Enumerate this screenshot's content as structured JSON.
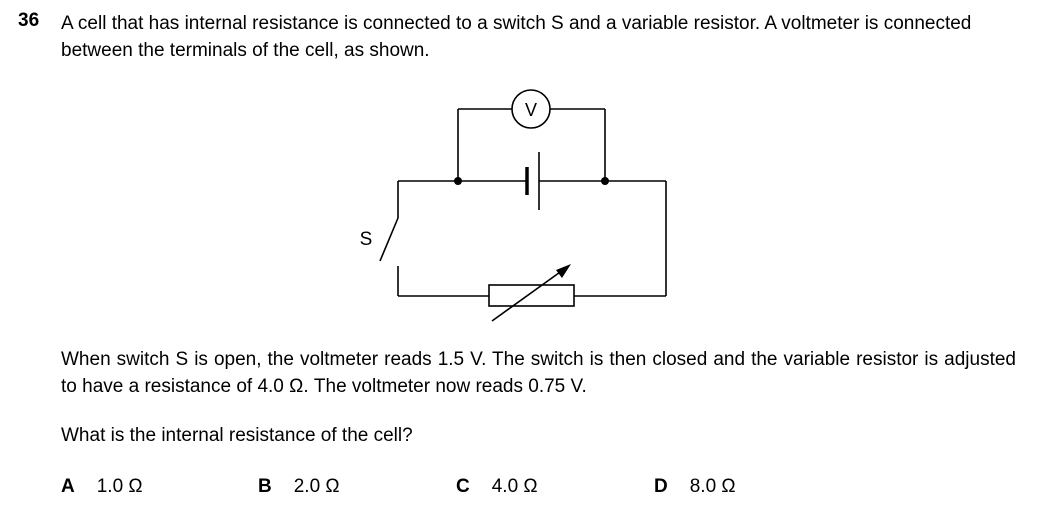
{
  "question": {
    "number": "36",
    "stem": "A cell that has internal resistance is connected to a switch S and a variable resistor. A voltmeter is connected between the terminals of the cell, as shown.",
    "info": "When switch S is open, the voltmeter reads 1.5 V. The switch is then closed and the variable resistor is adjusted to have a resistance of 4.0 Ω. The voltmeter now reads 0.75 V.",
    "prompt": "What is the internal resistance of the cell?"
  },
  "diagram": {
    "voltmeter_label": "V",
    "switch_label": "S"
  },
  "options": [
    {
      "letter": "A",
      "value": "1.0 Ω"
    },
    {
      "letter": "B",
      "value": "2.0 Ω"
    },
    {
      "letter": "C",
      "value": "4.0 Ω"
    },
    {
      "letter": "D",
      "value": "8.0 Ω"
    }
  ]
}
